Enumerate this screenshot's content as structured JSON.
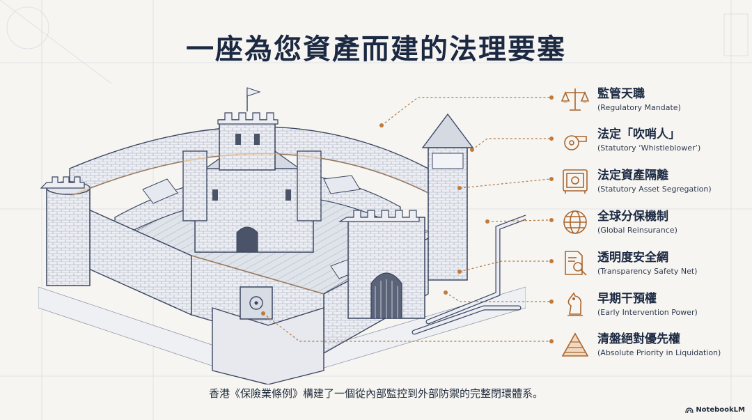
{
  "title": "一座為您資產而建的法理要塞",
  "features": [
    {
      "zh": "監管天職",
      "en": "(Regulatory Mandate)",
      "icon": "scales-icon"
    },
    {
      "zh": "法定「吹哨人」",
      "en": "(Statutory ‘Whistleblower’)",
      "icon": "whistle-icon"
    },
    {
      "zh": "法定資產隔離",
      "en": "(Statutory Asset Segregation)",
      "icon": "safe-icon"
    },
    {
      "zh": "全球分保機制",
      "en": "(Global Reinsurance)",
      "icon": "globe-icon"
    },
    {
      "zh": "透明度安全網",
      "en": "(Transparency Safety Net)",
      "icon": "document-magnifier-icon"
    },
    {
      "zh": "早期干預權",
      "en": "(Early Intervention Power)",
      "icon": "chess-knight-icon"
    },
    {
      "zh": "清盤絕對優先權",
      "en": "(Absolute Priority in Liquidation)",
      "icon": "pyramid-icon"
    }
  ],
  "caption": "香港《保險業條例》構建了一個從內部監控到外部防禦的完整閉環體系。",
  "brand": "NotebookLM",
  "colors": {
    "ink": "#1b2942",
    "accent": "#c07a3a",
    "line": "#3a4560"
  }
}
